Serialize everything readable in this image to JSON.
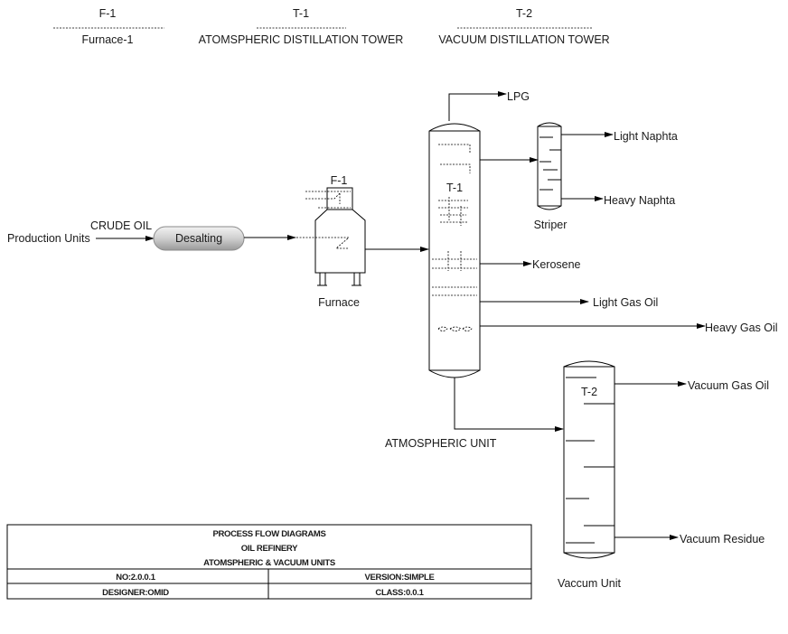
{
  "headers": [
    {
      "tag": "F-1",
      "name": "Furnace-1"
    },
    {
      "tag": "T-1",
      "name": "ATOMSPHERIC DISTILLATION TOWER"
    },
    {
      "tag": "T-2",
      "name": "VACUUM DISTILLATION TOWER"
    }
  ],
  "feed": {
    "source": "Production Units",
    "stream": "CRUDE OIL"
  },
  "desalter": {
    "label": "Desalting"
  },
  "furnace": {
    "tag": "F-1",
    "label": "Furnace"
  },
  "atm_tower": {
    "tag": "T-1",
    "unit_label": "ATMOSPHERIC UNIT"
  },
  "striper": {
    "label": "Striper"
  },
  "vac_tower": {
    "tag": "T-2",
    "unit_label": "Vaccum Unit"
  },
  "products": {
    "lpg": "LPG",
    "light_naphta": "Light Naphta",
    "heavy_naphta": "Heavy Naphta",
    "kerosene": "Kerosene",
    "light_gas_oil": "Light Gas Oil",
    "heavy_gas_oil": "Heavy Gas Oil",
    "vacuum_gas_oil": "Vacuum Gas Oil",
    "vacuum_residue": "Vacuum Residue"
  },
  "title_block": {
    "line1": "PROCESS FLOW DIAGRAMS",
    "line2": "OIL REFINERY",
    "line3": "ATOMSPHERIC & VACUUM UNITS",
    "no": "NO:2.0.0.1",
    "version": "VERSION:SIMPLE",
    "designer": "DESIGNER:OMID",
    "class": "CLASS:0.0.1"
  },
  "colors": {
    "line": "#000000",
    "desalter_fill": "#d8d8d8"
  }
}
